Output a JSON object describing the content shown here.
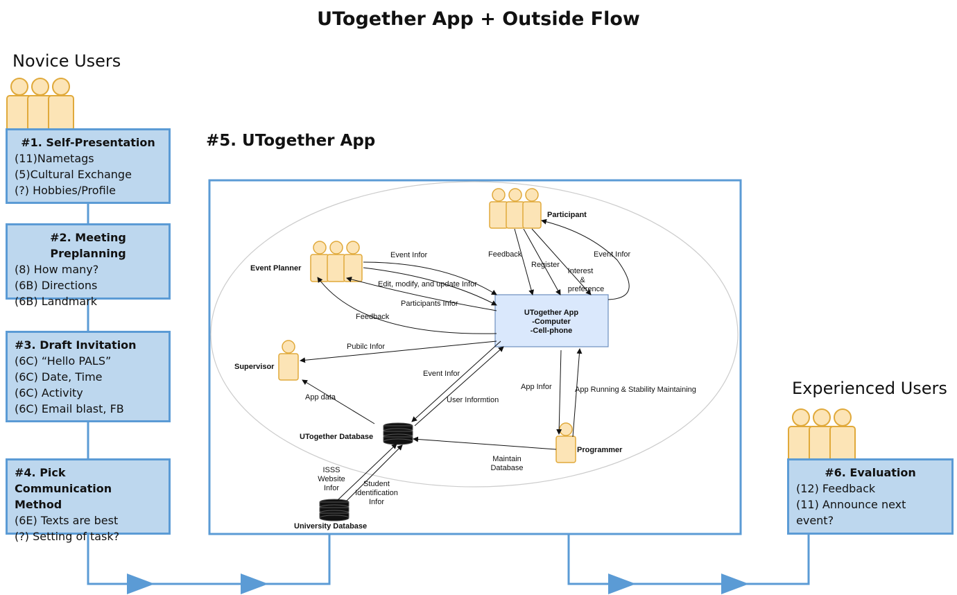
{
  "title": "UTogether App + Outside Flow",
  "novice_label": "Novice Users",
  "experienced_label": "Experienced Users",
  "app_section_title": "#5. UTogether App",
  "steps": [
    {
      "title": "#1. Self-Presentation",
      "lines": [
        "(11)Nametags",
        "(5)Cultural Exchange",
        "(?) Hobbies/Profile"
      ]
    },
    {
      "title": "#2. Meeting Preplanning",
      "lines": [
        "(8) How many?",
        "(6B) Directions",
        "(6B) Landmark"
      ]
    },
    {
      "title": "#3. Draft Invitation",
      "lines": [
        "(6C) “Hello PALS”",
        "(6C) Date, Time",
        "(6C) Activity",
        "(6C) Email blast, FB"
      ]
    },
    {
      "title": "#4. Pick Communication Method",
      "title_line1": "#4. Pick Communication",
      "title_line2": "Method",
      "lines": [
        "(6E) Texts are best",
        "(?) Setting of task?"
      ]
    },
    {
      "title": "#6. Evaluation",
      "lines": [
        "(12) Feedback",
        "(11) Announce next",
        "event?"
      ]
    }
  ],
  "app_diagram": {
    "nodes": {
      "participant": "Participant",
      "event_planner": "Event Planner",
      "supervisor": "Supervisor",
      "app_line1": "UTogether App",
      "app_line2": "-Computer",
      "app_line3": "-Cell-phone",
      "utogether_db": "UTogether Database",
      "university_db": "University Database",
      "programmer": "Programmer"
    },
    "edges": {
      "event_infor_ep": "Event Infor",
      "edit_modify": "Edit, modify, and update Infor",
      "participants_infor": "Participants Infor",
      "feedback_ep": "Feedback",
      "public_infor": "Pubilc Infor",
      "feedback_p": "Feedback",
      "register": "Register",
      "interest_1": "Interest",
      "interest_2": "&",
      "interest_3": "preference",
      "event_infor_p": "Event Infor",
      "event_infor_db": "Event Infor",
      "user_info": "User Informtion",
      "app_data": "App data",
      "app_infor": "App Infor",
      "app_running": "App Running & Stability Maintaining",
      "maintain_1": "Maintain",
      "maintain_2": "Database",
      "isss_1": "ISSS",
      "isss_2": "Website",
      "isss_3": "Infor",
      "student_1": "Student",
      "student_2": "Identification",
      "student_3": "Infor"
    }
  },
  "colors": {
    "box_fill": "#bdd7ee",
    "box_border": "#5b9bd5",
    "person_fill": "#fce4b6",
    "person_stroke": "#e0a93a",
    "app_box_fill": "#dae8fc",
    "app_box_stroke": "#6c8ebf"
  }
}
